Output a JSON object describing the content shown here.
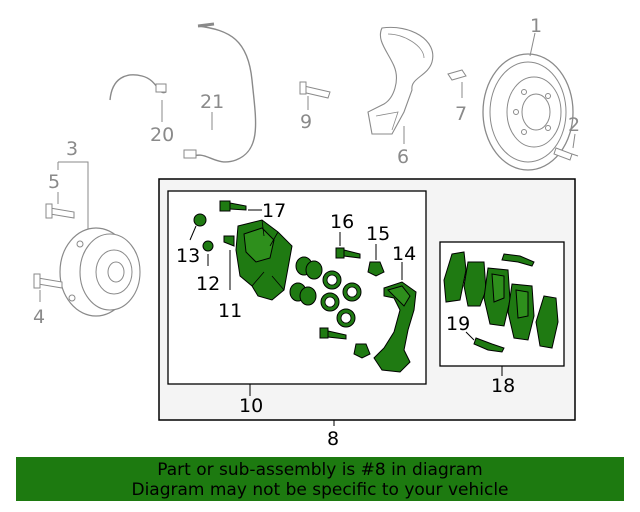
{
  "callouts": {
    "c1": "1",
    "c2": "2",
    "c3": "3",
    "c4": "4",
    "c5": "5",
    "c6": "6",
    "c7": "7",
    "c8": "8",
    "c9": "9",
    "c10": "10",
    "c11": "11",
    "c12": "12",
    "c13": "13",
    "c14": "14",
    "c15": "15",
    "c16": "16",
    "c17": "17",
    "c18": "18",
    "c19": "19",
    "c20": "20",
    "c21": "21"
  },
  "banner": {
    "line1": "Part or sub-assembly is #8 in diagram",
    "line2": "Diagram may not be specific to your vehicle"
  },
  "colors": {
    "highlight": "#1f7a12",
    "banner_bg": "#1d7a10",
    "muted_line": "#8a8a8a",
    "panel_bg": "#f4f4f4"
  }
}
